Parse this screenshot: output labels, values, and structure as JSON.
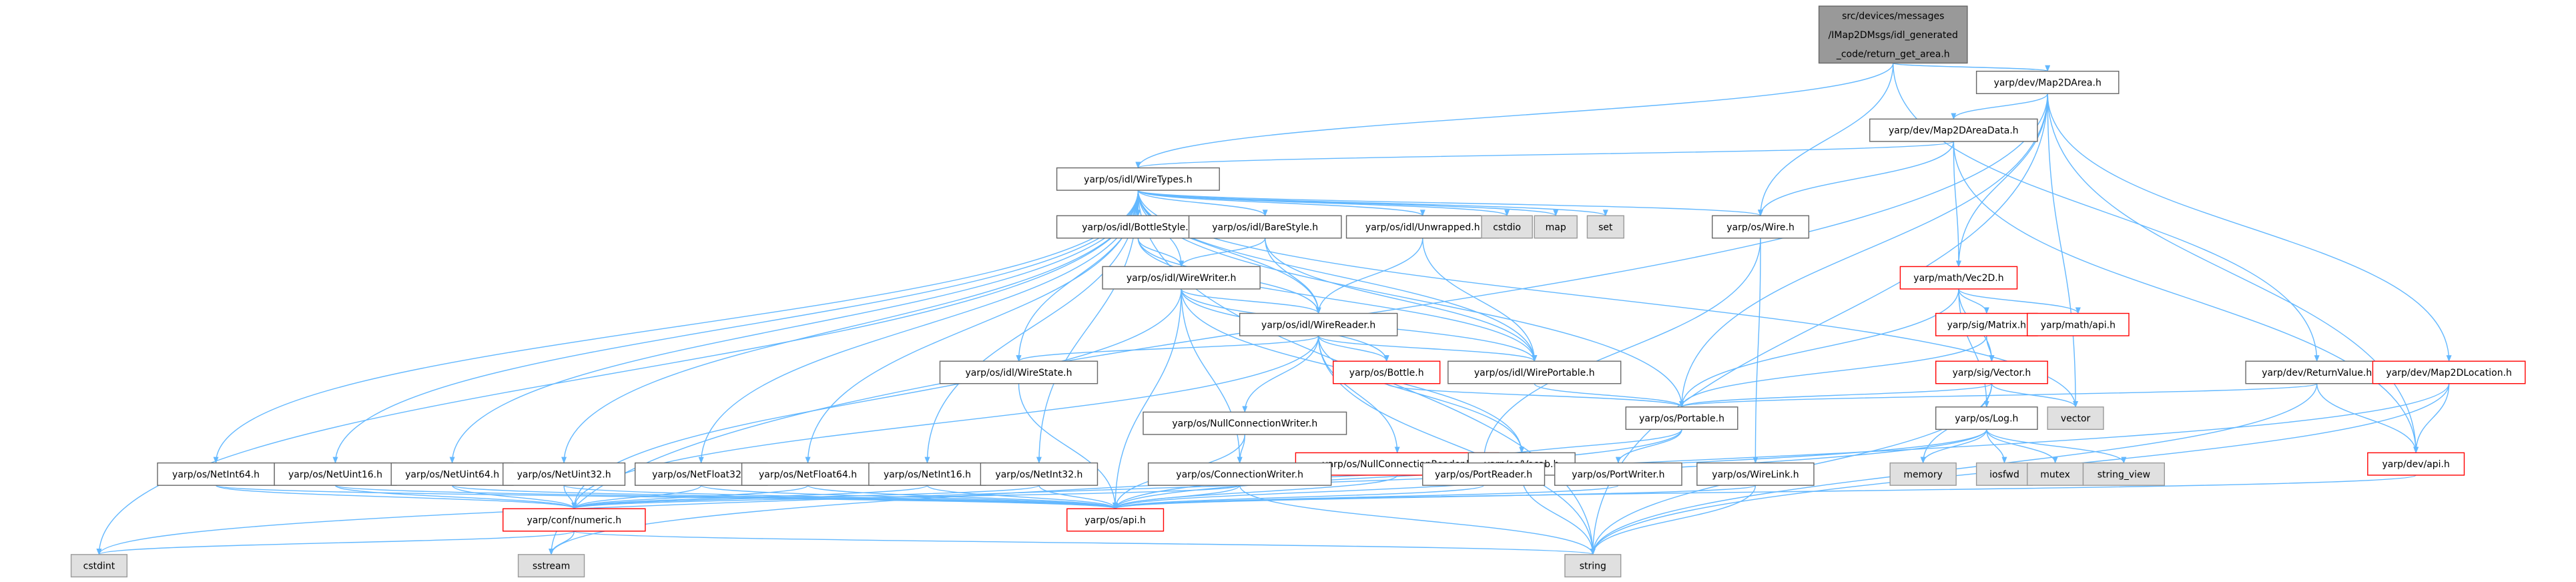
{
  "colors": {
    "edge": "#63b8ff",
    "root_fill": "#999999",
    "normal_fill": "#ffffff",
    "normal_border": "#666666",
    "undocumented_border": "#ff0000",
    "system_fill": "#e0e0e0",
    "system_border": "#999999",
    "text": "#000000",
    "undocumented_text": "#000000"
  },
  "nodes": [
    {
      "id": "root",
      "lines": [
        "src/devices/messages",
        "/IMap2DMsgs/idl_generated",
        "_code/return_get_area.h"
      ],
      "style": "root"
    },
    {
      "id": "map2darea",
      "lines": [
        "yarp/dev/Map2DArea.h"
      ],
      "style": "normal"
    },
    {
      "id": "map2dareadata",
      "lines": [
        "yarp/dev/Map2DAreaData.h"
      ],
      "style": "normal"
    },
    {
      "id": "wiretypes",
      "lines": [
        "yarp/os/idl/WireTypes.h"
      ],
      "style": "normal"
    },
    {
      "id": "wire",
      "lines": [
        "yarp/os/Wire.h"
      ],
      "style": "normal"
    },
    {
      "id": "vec2d",
      "lines": [
        "yarp/math/Vec2D.h"
      ],
      "style": "undoc"
    },
    {
      "id": "matrix",
      "lines": [
        "yarp/sig/Matrix.h"
      ],
      "style": "undoc"
    },
    {
      "id": "mathapi",
      "lines": [
        "yarp/math/api.h"
      ],
      "style": "undoc"
    },
    {
      "id": "vector",
      "lines": [
        "yarp/sig/Vector.h"
      ],
      "style": "undoc"
    },
    {
      "id": "returnvalue",
      "lines": [
        "yarp/dev/ReturnValue.h"
      ],
      "style": "normal"
    },
    {
      "id": "map2dlocation",
      "lines": [
        "yarp/dev/Map2DLocation.h"
      ],
      "style": "undoc"
    },
    {
      "id": "devapi",
      "lines": [
        "yarp/dev/api.h"
      ],
      "style": "undoc"
    },
    {
      "id": "bottlestyle",
      "lines": [
        "yarp/os/idl/BottleStyle.h"
      ],
      "style": "normal"
    },
    {
      "id": "barestyle",
      "lines": [
        "yarp/os/idl/BareStyle.h"
      ],
      "style": "normal"
    },
    {
      "id": "unwrapped",
      "lines": [
        "yarp/os/idl/Unwrapped.h"
      ],
      "style": "normal"
    },
    {
      "id": "cstdio",
      "lines": [
        "cstdio"
      ],
      "style": "system"
    },
    {
      "id": "map",
      "lines": [
        "map"
      ],
      "style": "system"
    },
    {
      "id": "set",
      "lines": [
        "set"
      ],
      "style": "system"
    },
    {
      "id": "wirewriter",
      "lines": [
        "yarp/os/idl/WireWriter.h"
      ],
      "style": "normal"
    },
    {
      "id": "wirereader",
      "lines": [
        "yarp/os/idl/WireReader.h"
      ],
      "style": "normal"
    },
    {
      "id": "wirestate",
      "lines": [
        "yarp/os/idl/WireState.h"
      ],
      "style": "normal"
    },
    {
      "id": "wireportable",
      "lines": [
        "yarp/os/idl/WirePortable.h"
      ],
      "style": "normal"
    },
    {
      "id": "bottle",
      "lines": [
        "yarp/os/Bottle.h"
      ],
      "style": "undoc"
    },
    {
      "id": "nullconnwriter",
      "lines": [
        "yarp/os/NullConnectionWriter.h"
      ],
      "style": "normal"
    },
    {
      "id": "nullconnreader",
      "lines": [
        "yarp/os/NullConnectionReader.h"
      ],
      "style": "undoc"
    },
    {
      "id": "vocab",
      "lines": [
        "yarp/os/Vocab.h"
      ],
      "style": "normal"
    },
    {
      "id": "portable",
      "lines": [
        "yarp/os/Portable.h"
      ],
      "style": "normal"
    },
    {
      "id": "log",
      "lines": [
        "yarp/os/Log.h"
      ],
      "style": "normal"
    },
    {
      "id": "vectorstd",
      "lines": [
        "vector"
      ],
      "style": "system"
    },
    {
      "id": "memory",
      "lines": [
        "memory"
      ],
      "style": "system"
    },
    {
      "id": "iosfwd",
      "lines": [
        "iosfwd"
      ],
      "style": "system"
    },
    {
      "id": "mutex",
      "lines": [
        "mutex"
      ],
      "style": "system"
    },
    {
      "id": "string_view",
      "lines": [
        "string_view"
      ],
      "style": "system"
    },
    {
      "id": "netint64",
      "lines": [
        "yarp/os/NetInt64.h"
      ],
      "style": "normal"
    },
    {
      "id": "netuint16",
      "lines": [
        "yarp/os/NetUint16.h"
      ],
      "style": "normal"
    },
    {
      "id": "netuint64",
      "lines": [
        "yarp/os/NetUint64.h"
      ],
      "style": "normal"
    },
    {
      "id": "netuint32",
      "lines": [
        "yarp/os/NetUint32.h"
      ],
      "style": "normal"
    },
    {
      "id": "netfloat32",
      "lines": [
        "yarp/os/NetFloat32.h"
      ],
      "style": "normal"
    },
    {
      "id": "netfloat64",
      "lines": [
        "yarp/os/NetFloat64.h"
      ],
      "style": "normal"
    },
    {
      "id": "netint16",
      "lines": [
        "yarp/os/NetInt16.h"
      ],
      "style": "normal"
    },
    {
      "id": "netint32",
      "lines": [
        "yarp/os/NetInt32.h"
      ],
      "style": "normal"
    },
    {
      "id": "connwriter",
      "lines": [
        "yarp/os/ConnectionWriter.h"
      ],
      "style": "normal"
    },
    {
      "id": "portreader",
      "lines": [
        "yarp/os/PortReader.h"
      ],
      "style": "normal"
    },
    {
      "id": "portwriter",
      "lines": [
        "yarp/os/PortWriter.h"
      ],
      "style": "normal"
    },
    {
      "id": "wirelink",
      "lines": [
        "yarp/os/WireLink.h"
      ],
      "style": "normal"
    },
    {
      "id": "confnumeric",
      "lines": [
        "yarp/conf/numeric.h"
      ],
      "style": "undoc"
    },
    {
      "id": "osapi",
      "lines": [
        "yarp/os/api.h"
      ],
      "style": "undoc"
    },
    {
      "id": "cstdint",
      "lines": [
        "cstdint"
      ],
      "style": "system"
    },
    {
      "id": "sstream",
      "lines": [
        "sstream"
      ],
      "style": "system"
    },
    {
      "id": "string",
      "lines": [
        "string"
      ],
      "style": "system"
    }
  ],
  "edges": [
    [
      "root",
      "map2darea"
    ],
    [
      "root",
      "wiretypes"
    ],
    [
      "root",
      "wire"
    ],
    [
      "root",
      "returnvalue"
    ],
    [
      "map2darea",
      "map2dareadata"
    ],
    [
      "map2darea",
      "vec2d"
    ],
    [
      "map2darea",
      "map2dlocation"
    ],
    [
      "map2darea",
      "devapi"
    ],
    [
      "map2darea",
      "portable"
    ],
    [
      "map2darea",
      "vectorstd"
    ],
    [
      "map2darea",
      "string"
    ],
    [
      "map2darea",
      "sstream"
    ],
    [
      "map2dareadata",
      "wiretypes"
    ],
    [
      "map2dareadata",
      "wire"
    ],
    [
      "map2dareadata",
      "vec2d"
    ],
    [
      "map2dareadata",
      "devapi"
    ],
    [
      "wiretypes",
      "bottlestyle"
    ],
    [
      "wiretypes",
      "barestyle"
    ],
    [
      "wiretypes",
      "unwrapped"
    ],
    [
      "wiretypes",
      "cstdio"
    ],
    [
      "wiretypes",
      "map"
    ],
    [
      "wiretypes",
      "set"
    ],
    [
      "wiretypes",
      "wire"
    ],
    [
      "wiretypes",
      "wirewriter"
    ],
    [
      "wiretypes",
      "wirereader"
    ],
    [
      "wiretypes",
      "wirestate"
    ],
    [
      "wiretypes",
      "wireportable"
    ],
    [
      "wiretypes",
      "netint64"
    ],
    [
      "wiretypes",
      "netuint16"
    ],
    [
      "wiretypes",
      "netuint64"
    ],
    [
      "wiretypes",
      "netuint32"
    ],
    [
      "wiretypes",
      "netfloat32"
    ],
    [
      "wiretypes",
      "netfloat64"
    ],
    [
      "wiretypes",
      "netint16"
    ],
    [
      "wiretypes",
      "netint32"
    ],
    [
      "wiretypes",
      "cstdint"
    ],
    [
      "wiretypes",
      "string"
    ],
    [
      "wiretypes",
      "vectorstd"
    ],
    [
      "wiretypes",
      "portable"
    ],
    [
      "wire",
      "wirelink"
    ],
    [
      "wire",
      "portreader"
    ],
    [
      "bottlestyle",
      "wirewriter"
    ],
    [
      "bottlestyle",
      "wirereader"
    ],
    [
      "bottlestyle",
      "wireportable"
    ],
    [
      "barestyle",
      "wirewriter"
    ],
    [
      "barestyle",
      "wirereader"
    ],
    [
      "barestyle",
      "wireportable"
    ],
    [
      "unwrapped",
      "wirereader"
    ],
    [
      "unwrapped",
      "wireportable"
    ],
    [
      "wirewriter",
      "wirereader"
    ],
    [
      "wirewriter",
      "bottle"
    ],
    [
      "wirewriter",
      "vocab"
    ],
    [
      "wirewriter",
      "connwriter"
    ],
    [
      "wirewriter",
      "osapi"
    ],
    [
      "wirewriter",
      "confnumeric"
    ],
    [
      "wirewriter",
      "wireportable"
    ],
    [
      "wirereader",
      "wirestate"
    ],
    [
      "wirereader",
      "wireportable"
    ],
    [
      "wirereader",
      "bottle"
    ],
    [
      "wirereader",
      "nullconnwriter"
    ],
    [
      "wirereader",
      "nullconnreader"
    ],
    [
      "wirereader",
      "vocab"
    ],
    [
      "wirereader",
      "confnumeric"
    ],
    [
      "wirereader",
      "string"
    ],
    [
      "wirestate",
      "osapi"
    ],
    [
      "wireportable",
      "portable"
    ],
    [
      "bottle",
      "portable"
    ],
    [
      "nullconnwriter",
      "connwriter"
    ],
    [
      "nullconnwriter",
      "osapi"
    ],
    [
      "nullconnreader",
      "osapi"
    ],
    [
      "vocab",
      "osapi"
    ],
    [
      "vocab",
      "string"
    ],
    [
      "vec2d",
      "matrix"
    ],
    [
      "vec2d",
      "mathapi"
    ],
    [
      "vec2d",
      "vector"
    ],
    [
      "vec2d",
      "log"
    ],
    [
      "vec2d",
      "portable"
    ],
    [
      "matrix",
      "vector"
    ],
    [
      "matrix",
      "portable"
    ],
    [
      "vector",
      "portable"
    ],
    [
      "vector",
      "log"
    ],
    [
      "vector",
      "memory"
    ],
    [
      "vector",
      "string"
    ],
    [
      "vector",
      "vectorstd"
    ],
    [
      "returnvalue",
      "portable"
    ],
    [
      "returnvalue",
      "devapi"
    ],
    [
      "returnvalue",
      "string"
    ],
    [
      "map2dlocation",
      "devapi"
    ],
    [
      "map2dlocation",
      "string"
    ],
    [
      "map2dlocation",
      "sstream"
    ],
    [
      "devapi",
      "osapi"
    ],
    [
      "portable",
      "portreader"
    ],
    [
      "portable",
      "portwriter"
    ],
    [
      "portable",
      "osapi"
    ],
    [
      "log",
      "osapi"
    ],
    [
      "log",
      "iosfwd"
    ],
    [
      "log",
      "mutex"
    ],
    [
      "log",
      "string_view"
    ],
    [
      "log",
      "memory"
    ],
    [
      "log",
      "cstdint"
    ],
    [
      "portreader",
      "osapi"
    ],
    [
      "portwriter",
      "osapi"
    ],
    [
      "connwriter",
      "osapi"
    ],
    [
      "connwriter",
      "string"
    ],
    [
      "connwriter",
      "confnumeric"
    ],
    [
      "wirelink",
      "osapi"
    ],
    [
      "wirelink",
      "string"
    ],
    [
      "netint64",
      "confnumeric"
    ],
    [
      "netint64",
      "osapi"
    ],
    [
      "netuint16",
      "confnumeric"
    ],
    [
      "netuint16",
      "osapi"
    ],
    [
      "netuint64",
      "confnumeric"
    ],
    [
      "netuint64",
      "osapi"
    ],
    [
      "netuint32",
      "confnumeric"
    ],
    [
      "netuint32",
      "osapi"
    ],
    [
      "netfloat32",
      "confnumeric"
    ],
    [
      "netfloat32",
      "osapi"
    ],
    [
      "netfloat64",
      "confnumeric"
    ],
    [
      "netfloat64",
      "osapi"
    ],
    [
      "netint16",
      "confnumeric"
    ],
    [
      "netint16",
      "osapi"
    ],
    [
      "netint32",
      "confnumeric"
    ],
    [
      "netint32",
      "osapi"
    ],
    [
      "confnumeric",
      "cstdint"
    ],
    [
      "confnumeric",
      "sstream"
    ],
    [
      "confnumeric",
      "string"
    ]
  ]
}
